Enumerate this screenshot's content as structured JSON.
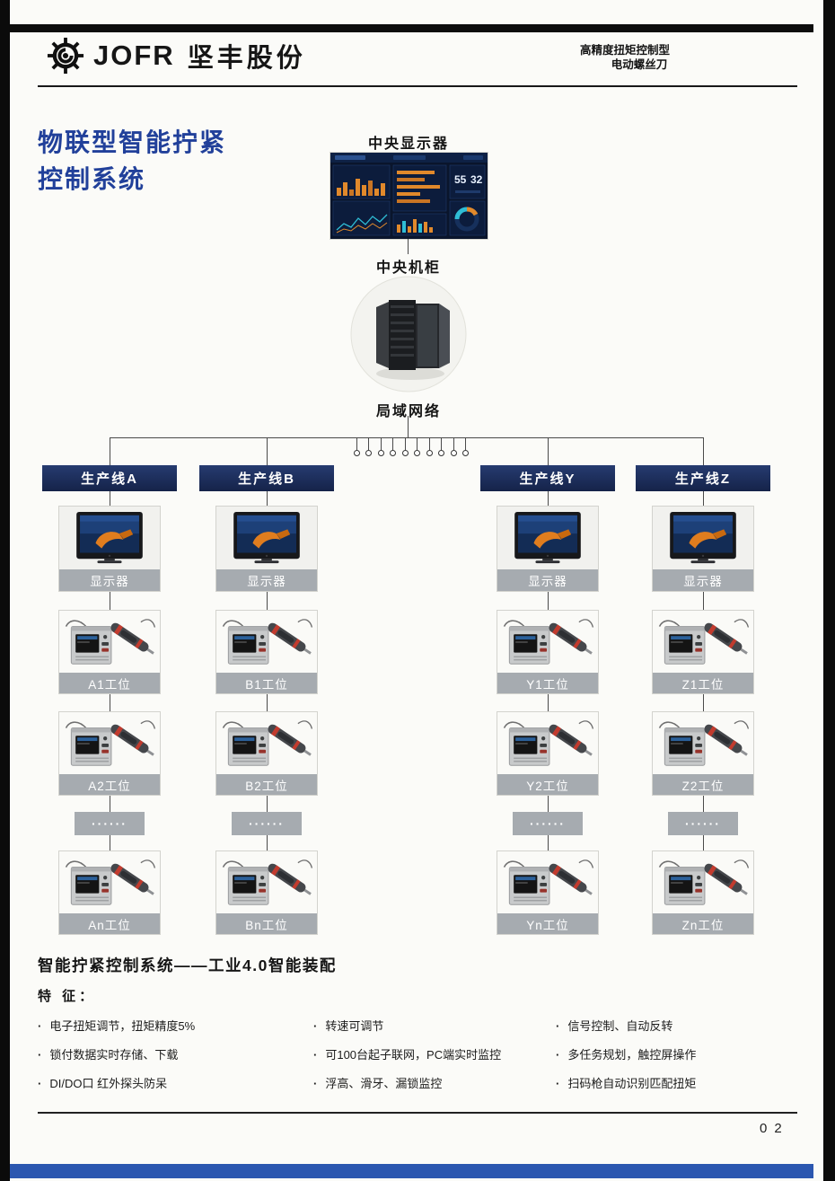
{
  "header": {
    "brand": "JOFR",
    "brand_cn": "坚丰股份",
    "tagline_line1": "高精度扭矩控制型",
    "tagline_line2": "电动螺丝刀"
  },
  "title": {
    "line1": "物联型智能拧紧",
    "line2": "控制系统"
  },
  "diagram": {
    "central_display_label": "中央显示器",
    "central_cabinet_label": "中央机柜",
    "lan_label": "局域网络",
    "dashboard": {
      "value1": "55",
      "value2": "32"
    },
    "lines": [
      {
        "title": "生产线A",
        "display_label": "显示器",
        "stations": [
          "A1工位",
          "A2工位",
          "······",
          "An工位"
        ]
      },
      {
        "title": "生产线B",
        "display_label": "显示器",
        "stations": [
          "B1工位",
          "B2工位",
          "······",
          "Bn工位"
        ]
      },
      {
        "title": "生产线Y",
        "display_label": "显示器",
        "stations": [
          "Y1工位",
          "Y2工位",
          "······",
          "Yn工位"
        ]
      },
      {
        "title": "生产线Z",
        "display_label": "显示器",
        "stations": [
          "Z1工位",
          "Z2工位",
          "······",
          "Zn工位"
        ]
      }
    ]
  },
  "bottom": {
    "headline": "智能拧紧控制系统——工业4.0智能装配",
    "features_title": "特 征：",
    "features": [
      [
        "电子扭矩调节，扭矩精度5%",
        "锁付数据实时存储、下载",
        "DI/DO口 红外探头防呆"
      ],
      [
        "转速可调节",
        "可100台起子联网，PC端实时监控",
        "浮高、滑牙、漏锁监控"
      ],
      [
        "信号控制、自动反转",
        "多任务规划，触控屏操作",
        "扫码枪自动识别匹配扭矩"
      ]
    ]
  },
  "footer": {
    "page_number": "02"
  },
  "colors": {
    "accent_blue": "#21409a",
    "navy_header": "#1c2e5e",
    "caption_gray": "#a6abb0",
    "footer_bar_blue": "#2b57b0"
  }
}
